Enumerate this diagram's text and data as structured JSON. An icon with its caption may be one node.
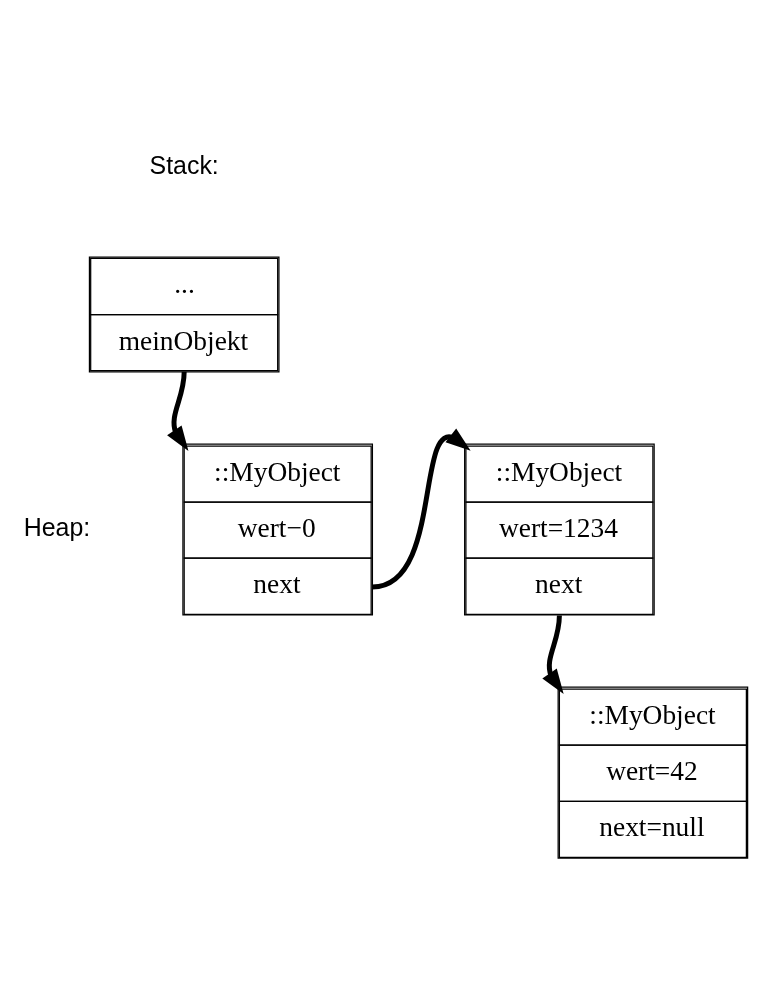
{
  "diagram": {
    "nodes": [
      {
        "text": [
          "...",
          "meinObjekt"
        ]
      },
      {
        "text": [
          "::MyObject",
          "wert−0",
          "next"
        ]
      },
      {
        "text": [
          "::MyObject",
          "wert=1234",
          "next"
        ]
      },
      {
        "text": [
          "::MyObject",
          "wert=42",
          "next=null"
        ]
      }
    ],
    "edges": [
      {
        "from": 0,
        "to": 1,
        "arrow": "to"
      },
      {
        "from": 1,
        "to": 2,
        "arrow": "to"
      },
      {
        "from": 2,
        "to": 3,
        "arrow": "to"
      }
    ],
    "labels": [
      "Stack:",
      "Heap:"
    ]
  }
}
